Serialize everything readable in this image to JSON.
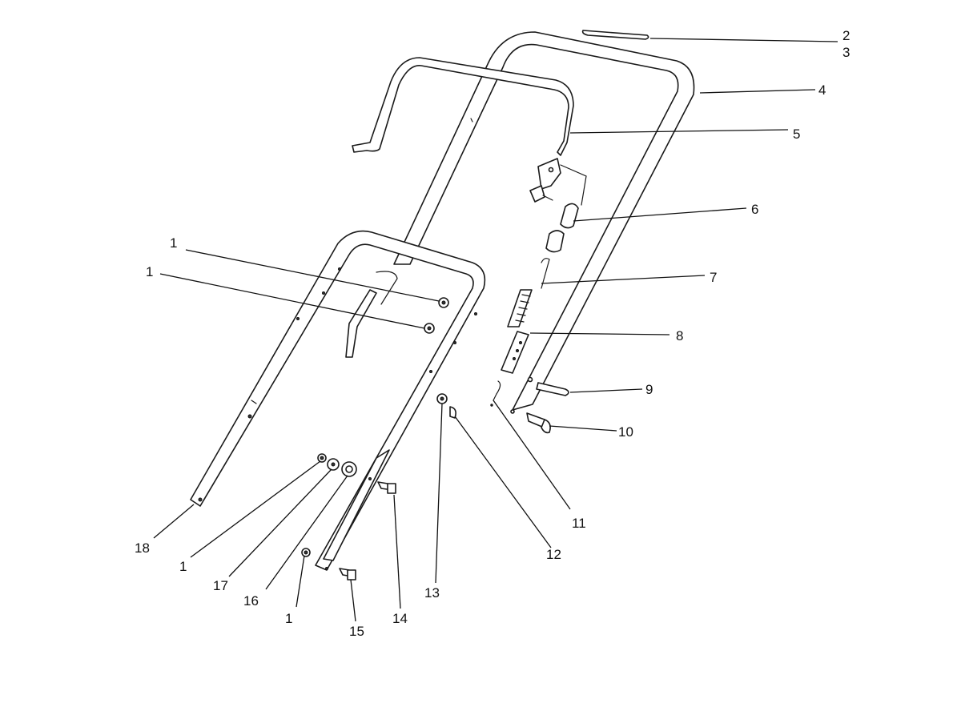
{
  "callouts": {
    "c2": "2",
    "c3": "3",
    "c4": "4",
    "c5": "5",
    "c6": "6",
    "c7": "7",
    "c8": "8",
    "c9": "9",
    "c10": "10",
    "c11": "11",
    "c12": "12",
    "c13": "13",
    "c14": "14",
    "c15": "15",
    "c16": "16",
    "c17": "17",
    "c18": "18",
    "c1a": "1",
    "c1b": "1",
    "c1c": "1",
    "c1d": "1"
  }
}
